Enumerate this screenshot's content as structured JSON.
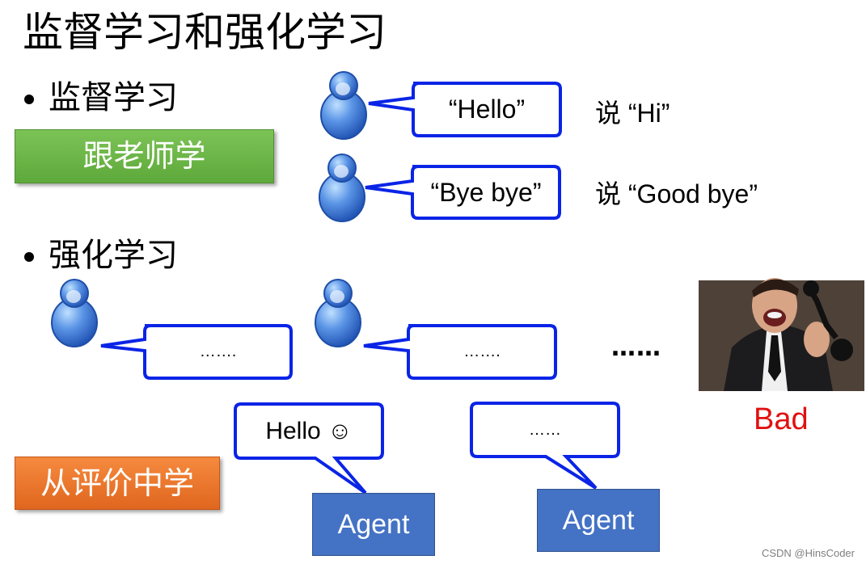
{
  "title": "监督学习和强化学习",
  "supervised": {
    "bullet": "监督学习",
    "tag": "跟老师学",
    "rows": [
      {
        "bubble": "“Hello”",
        "response": "说 “Hi”"
      },
      {
        "bubble": "“Bye bye”",
        "response": "说 “Good bye”"
      }
    ]
  },
  "reinforcement": {
    "bullet": "强化学习",
    "tag": "从评价中学",
    "bubbles": [
      "…….",
      "……."
    ],
    "ellipsis": "……",
    "agent_bubbles": [
      "Hello ☺",
      "……"
    ],
    "agents": [
      "Agent",
      "Agent"
    ],
    "feedback": "Bad"
  },
  "watermark": "CSDN @HinsCoder",
  "colors": {
    "bubble_border": "#0a24e6",
    "person_blue": "#4a86e0",
    "green_tag": "#6bb347",
    "orange_tag": "#ec7a2e",
    "agent_box": "#4472c4",
    "bad": "#e01010"
  }
}
